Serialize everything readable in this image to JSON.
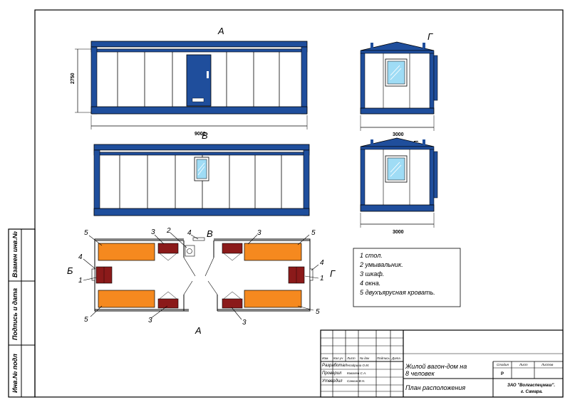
{
  "views": {
    "front_label": "А",
    "back_label": "В",
    "side_g_label": "Г",
    "side_b_label": "Б",
    "height_dim": "2750",
    "length_dim": "9000",
    "width_dim_1": "3000",
    "width_dim_2": "3000"
  },
  "plan": {
    "label_a": "А",
    "label_v": "В",
    "label_b": "Б",
    "label_g": "Г",
    "callouts": [
      "5",
      "3",
      "2",
      "4",
      "3",
      "5",
      "4",
      "1",
      "4",
      "1",
      "5",
      "3",
      "3",
      "5"
    ]
  },
  "legend": {
    "items": [
      "1  стол.",
      "2  умывальник.",
      "3  шкаф.",
      "4   окна.",
      "5 двухъярусная кровать."
    ]
  },
  "stamp_side": {
    "field1": "Взамен инв.№",
    "field2": "Подпись и дата",
    "field3": "Инв.№ подл"
  },
  "title_block": {
    "col_headers": [
      "Изм.",
      "Кол.уч",
      "Лист",
      "№ док",
      "Подпись",
      "Дата"
    ],
    "role1": "Разработал",
    "name1": "Ноздрина О.М.",
    "role2": "Проверил",
    "name2": "Ковалев С.А.",
    "role3": "Утвердил",
    "name3": "Санкин В.Н.",
    "title_line1": "Жилой вагон-дом на",
    "title_line2": "8 человек",
    "sheet_title": "План расположения",
    "stage_h": "Стадия",
    "sheet_h": "Лист",
    "sheets_h": "Листов",
    "stage_v": "Р",
    "org_line1": "ЗАО \"Волгаспецмаш\".",
    "org_line2": "г. Самара."
  },
  "colors": {
    "frame_blue": "#1f4e9c",
    "bed_orange": "#f5891f",
    "cabinet_maroon": "#8b1a1a",
    "window_blue": "#9fdcf5"
  }
}
